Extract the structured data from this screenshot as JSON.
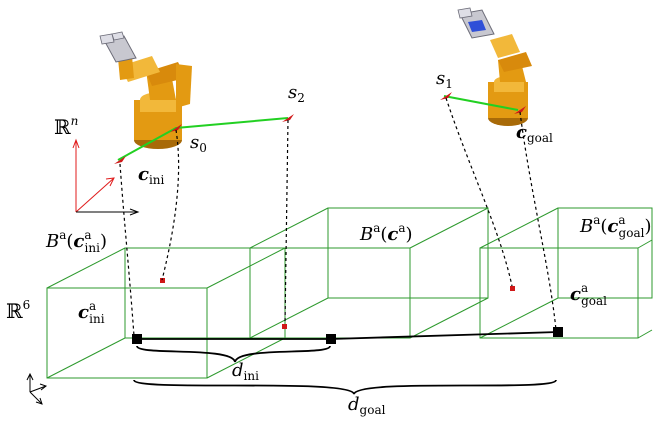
{
  "colors": {
    "box": "#2e9a2e",
    "path": "#22d022",
    "frame": "#e01b1b",
    "config_marker": "#d01818",
    "robot_body": "#e39a12",
    "robot_shadow": "#a86a08",
    "hand": "#c8c8d0",
    "link": "#000000",
    "dashed": "#000000"
  },
  "icons": [
    "robot-arm-icon",
    "gripper-hand-icon"
  ],
  "labels": {
    "space_rn": {
      "base": "ℝ",
      "sup": "n"
    },
    "space_r6": {
      "base": "ℝ",
      "sup": "6"
    },
    "s0": {
      "base": "s",
      "sub": "0"
    },
    "s1": {
      "base": "s",
      "sub": "1"
    },
    "s2": {
      "base": "s",
      "sub": "2"
    },
    "c_ini": {
      "base": "c",
      "sub": "ini"
    },
    "c_goal": {
      "base": "c",
      "sub": "goal"
    },
    "box_ini": {
      "pre": "B",
      "sup": "a",
      "open": "(",
      "base": "c",
      "base_sup": "a",
      "base_sub": "ini",
      "close": ")"
    },
    "box_mid": {
      "pre": "B",
      "sup": "a",
      "open": "(",
      "base": "c",
      "base_sup": "a",
      "close": ")"
    },
    "box_goal": {
      "pre": "B",
      "sup": "a",
      "open": "(",
      "base": "c",
      "base_sup": "a",
      "base_sub": "goal",
      "close": ")"
    },
    "ca_ini": {
      "base": "c",
      "sup": "a",
      "sub": "ini"
    },
    "ca_goal": {
      "base": "c",
      "sup": "a",
      "sub": "goal"
    },
    "d_ini": {
      "base": "d",
      "sub": "ini"
    },
    "d_goal": {
      "base": "d",
      "sub": "goal"
    }
  }
}
